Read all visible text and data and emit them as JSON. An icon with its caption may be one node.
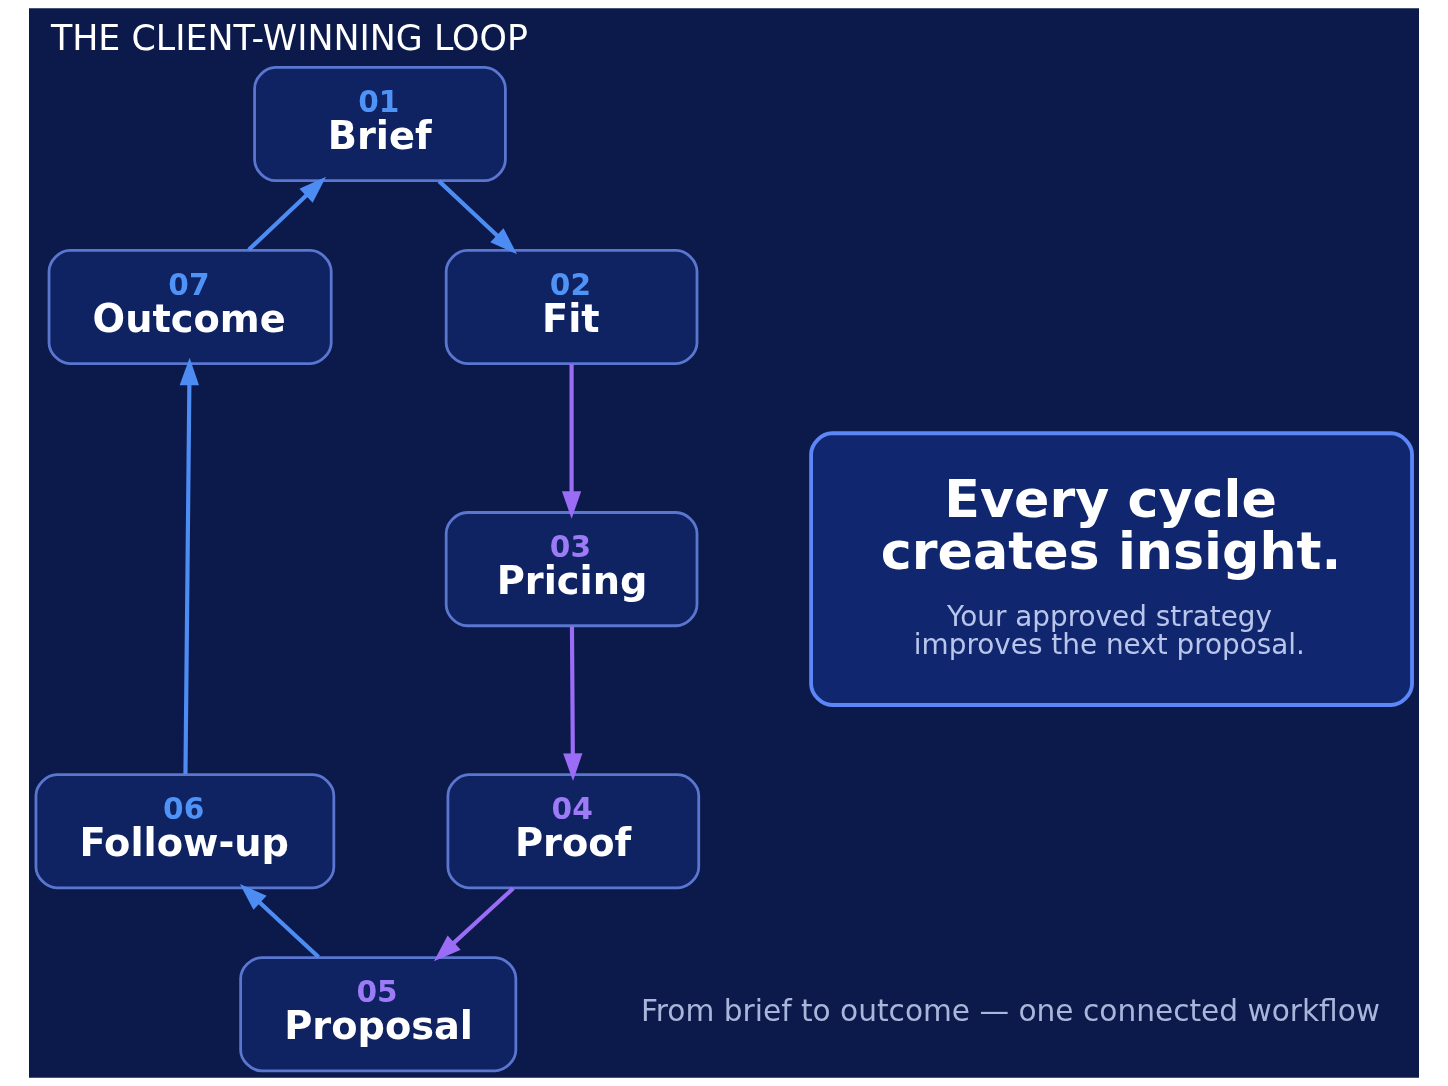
{
  "diagram": {
    "title": "THE CLIENT-WINNING LOOP",
    "caption": "From brief to outcome — one connected workflow",
    "nodes": [
      {
        "text": [
          "01",
          "Brief"
        ]
      },
      {
        "text": [
          "02",
          "Fit"
        ]
      },
      {
        "text": [
          "03",
          "Pricing"
        ]
      },
      {
        "text": [
          "04",
          "Proof"
        ]
      },
      {
        "text": [
          "05",
          "Proposal"
        ]
      },
      {
        "text": [
          "06",
          "Follow-up"
        ]
      },
      {
        "text": [
          "07",
          "Outcome"
        ]
      },
      {
        "text": [
          "Every cycle creates insight.",
          "Your approved strategy improves the next proposal."
        ]
      }
    ],
    "edges": [
      {
        "from": 0,
        "to": 1,
        "arrow": "to"
      },
      {
        "from": 1,
        "to": 2,
        "arrow": "to",
        "color": "#9b6cf5"
      },
      {
        "from": 2,
        "to": 3,
        "arrow": "to",
        "color": "#9b6cf5"
      },
      {
        "from": 3,
        "to": 4,
        "arrow": "to",
        "color": "#9b6cf5"
      },
      {
        "from": 4,
        "to": 5,
        "arrow": "to"
      },
      {
        "from": 5,
        "to": 6,
        "arrow": "to"
      },
      {
        "from": 6,
        "to": 0,
        "arrow": "to"
      }
    ]
  }
}
